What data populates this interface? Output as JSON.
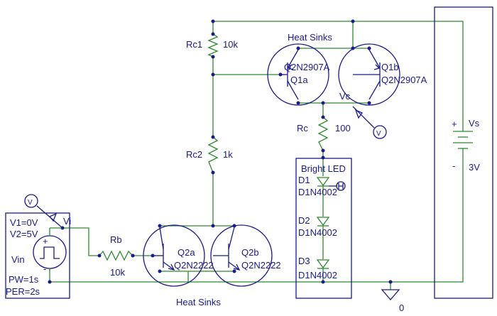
{
  "labels": {
    "rc1": "Rc1",
    "rc1_val": "10k",
    "rc2": "Rc2",
    "rc2_val": "1k",
    "rc": "Rc",
    "rc_val": "100",
    "rb": "Rb",
    "rb_val": "10k",
    "heat_sinks_top": "Heat Sinks",
    "heat_sinks_bottom": "Heat Sinks",
    "q1a_model": "Q2N2907A",
    "q1a": "Q1a",
    "q1b": "Q1b",
    "q1b_model": "Q2N2907A",
    "q2a": "Q2a",
    "q2a_model": "Q2N2222",
    "q2b": "Q2b",
    "q2b_model": "Q2N2222",
    "vc": "Vc",
    "bright_led": "Bright LED",
    "d1": "D1",
    "d1_model": "D1N4002",
    "d2": "D2",
    "d2_model": "D1N4002",
    "d3": "D3",
    "d3_model": "D1N4002",
    "vs": "Vs",
    "vs_val": "3V",
    "vs_plus": "+",
    "vs_minus": "-",
    "vin": "Vin",
    "vi": "Vi",
    "v1": "V1=0V",
    "v2": "V2=5V",
    "pw": "PW=1s",
    "per": "PER=2s",
    "vin_plus": "+",
    "vin_minus": "-",
    "ground": "0",
    "probe_glyph": "V"
  },
  "colors": {
    "wire": "#2e8b2e",
    "symbol": "#1a1a8c",
    "background": "#ffffff"
  },
  "icons": [
    "voltage-probe-icon",
    "current-probe-icon",
    "ground-icon",
    "pulse-source-icon"
  ]
}
